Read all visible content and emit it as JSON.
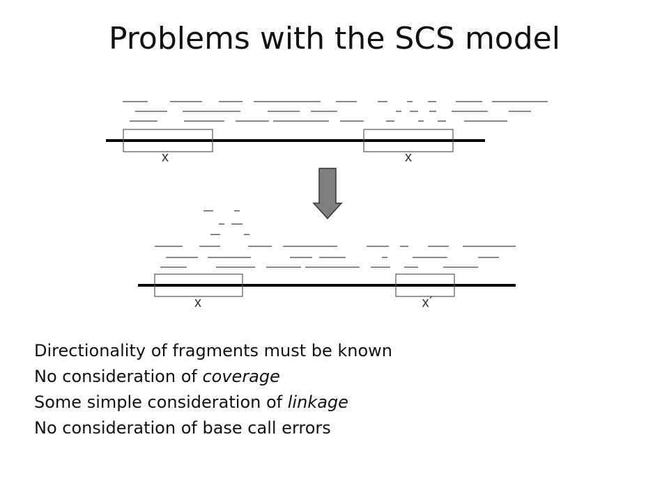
{
  "slide": {
    "title": "Problems with the SCS model",
    "bullets": [
      {
        "before": "Directionality of fragments must be known",
        "em": "",
        "after": ""
      },
      {
        "before": "No consideration of ",
        "em": "coverage",
        "after": ""
      },
      {
        "before": "Some simple consideration of ",
        "em": "linkage",
        "after": ""
      },
      {
        "before": "No consideration of base call errors",
        "em": "",
        "after": ""
      }
    ]
  },
  "diagram": {
    "top": {
      "repeat_left_label": "x",
      "repeat_right_label": "x"
    },
    "bottom": {
      "repeat_left_label": "x",
      "repeat_right_label": "x´"
    },
    "arrow_color": "#7f7f7f",
    "line_color": "#000000",
    "fragment_color": "#444444"
  }
}
